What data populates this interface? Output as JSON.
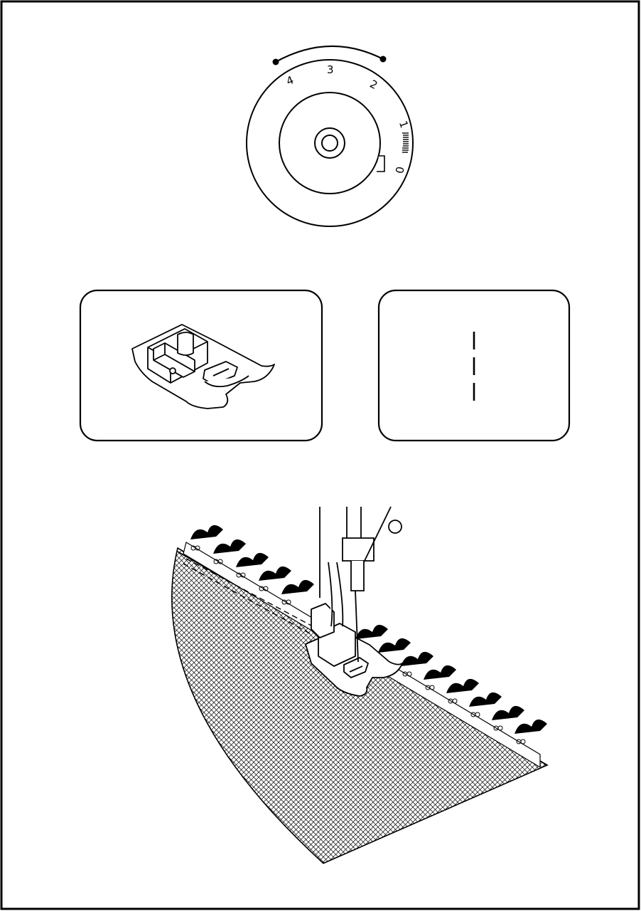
{
  "dial": {
    "numbers": [
      "4",
      "3",
      "2",
      "1",
      "0"
    ],
    "selected_range": [
      "2",
      "4"
    ]
  },
  "panels": {
    "presser_foot": {
      "icon": "zigzag-presser-foot-icon"
    },
    "stitch_pattern": {
      "icon": "straight-stitch-icon"
    }
  },
  "illustration": {
    "subject": "sewing-lace-edge-icon"
  }
}
